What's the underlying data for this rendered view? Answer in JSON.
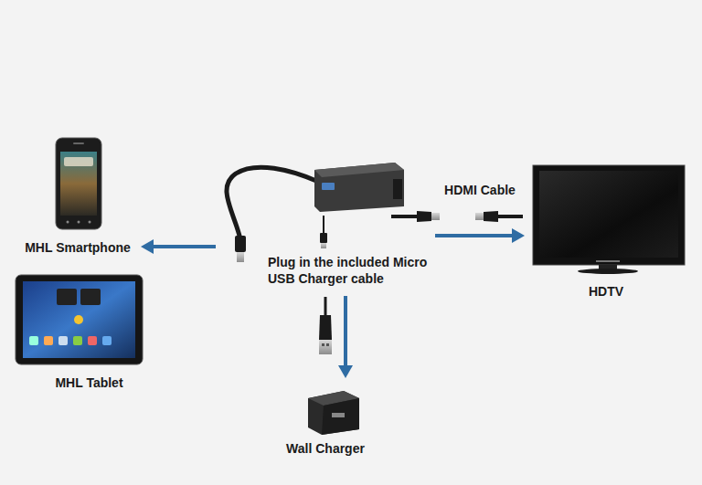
{
  "diagram": {
    "nodes": [
      {
        "text": [
          "MHL Smartphone"
        ]
      },
      {
        "text": [
          "MHL Tablet"
        ]
      },
      {
        "text": [
          "Plug in the included Micro USB Charger cable"
        ]
      },
      {
        "text": [
          "HDTV"
        ]
      },
      {
        "text": [
          "Wall Charger"
        ]
      }
    ],
    "edges": [
      {
        "from": 2,
        "to": 0,
        "arrow": "to"
      },
      {
        "from": 2,
        "to": 3,
        "label": "HDMI Cable",
        "arrow": "to"
      },
      {
        "from": 2,
        "to": 4,
        "arrow": "to"
      }
    ]
  }
}
